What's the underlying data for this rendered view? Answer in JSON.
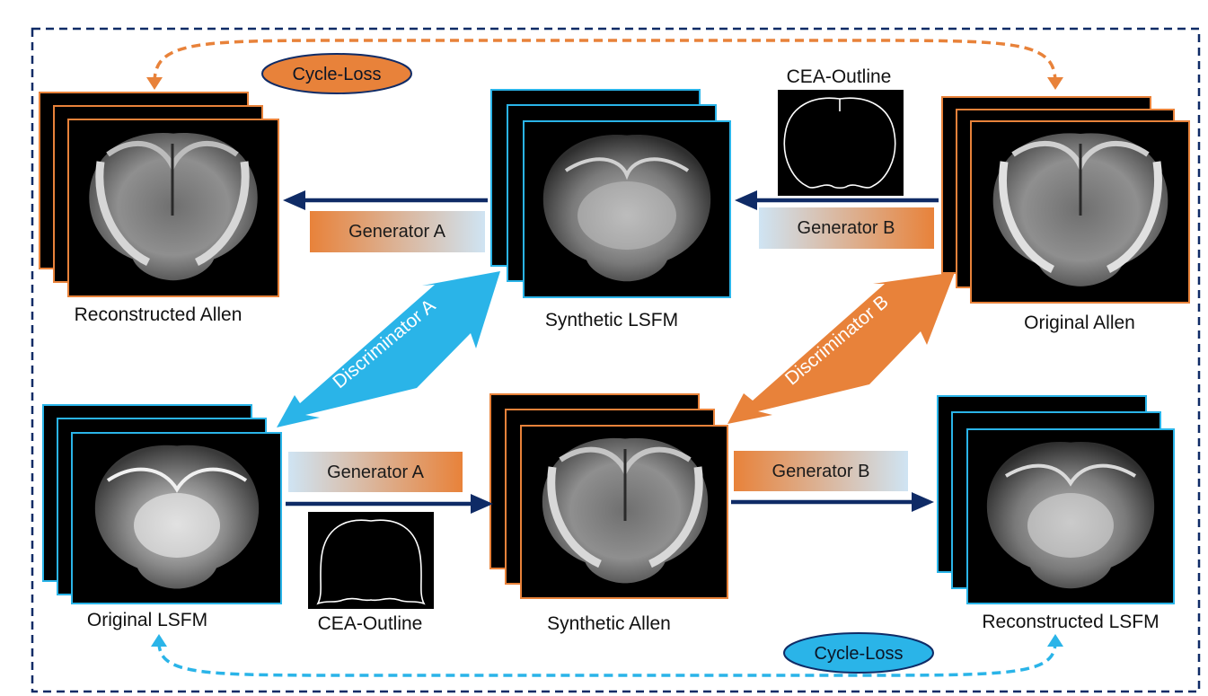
{
  "colors": {
    "orange": "#E8823A",
    "cyan": "#2AB4E8",
    "navy": "#0F2B66",
    "light_blue": "#CFE4F3",
    "border": "#0F2B66"
  },
  "ovals": {
    "top": "Cycle-Loss",
    "bottom": "Cycle-Loss"
  },
  "labels": {
    "reconstructed_allen": "Reconstructed Allen",
    "synthetic_lsfm": "Synthetic LSFM",
    "original_allen": "Original Allen",
    "original_lsfm": "Original LSFM",
    "synthetic_allen": "Synthetic Allen",
    "reconstructed_lsfm": "Reconstructed LSFM",
    "cea_outline_top": "CEA-Outline",
    "cea_outline_bottom": "CEA-Outline"
  },
  "generators": {
    "top_a": "Generator A",
    "top_b": "Generator B",
    "bottom_a": "Generator A",
    "bottom_b": "Generator B"
  },
  "discriminators": {
    "a": "Discriminator A",
    "b": "Discriminator B"
  }
}
